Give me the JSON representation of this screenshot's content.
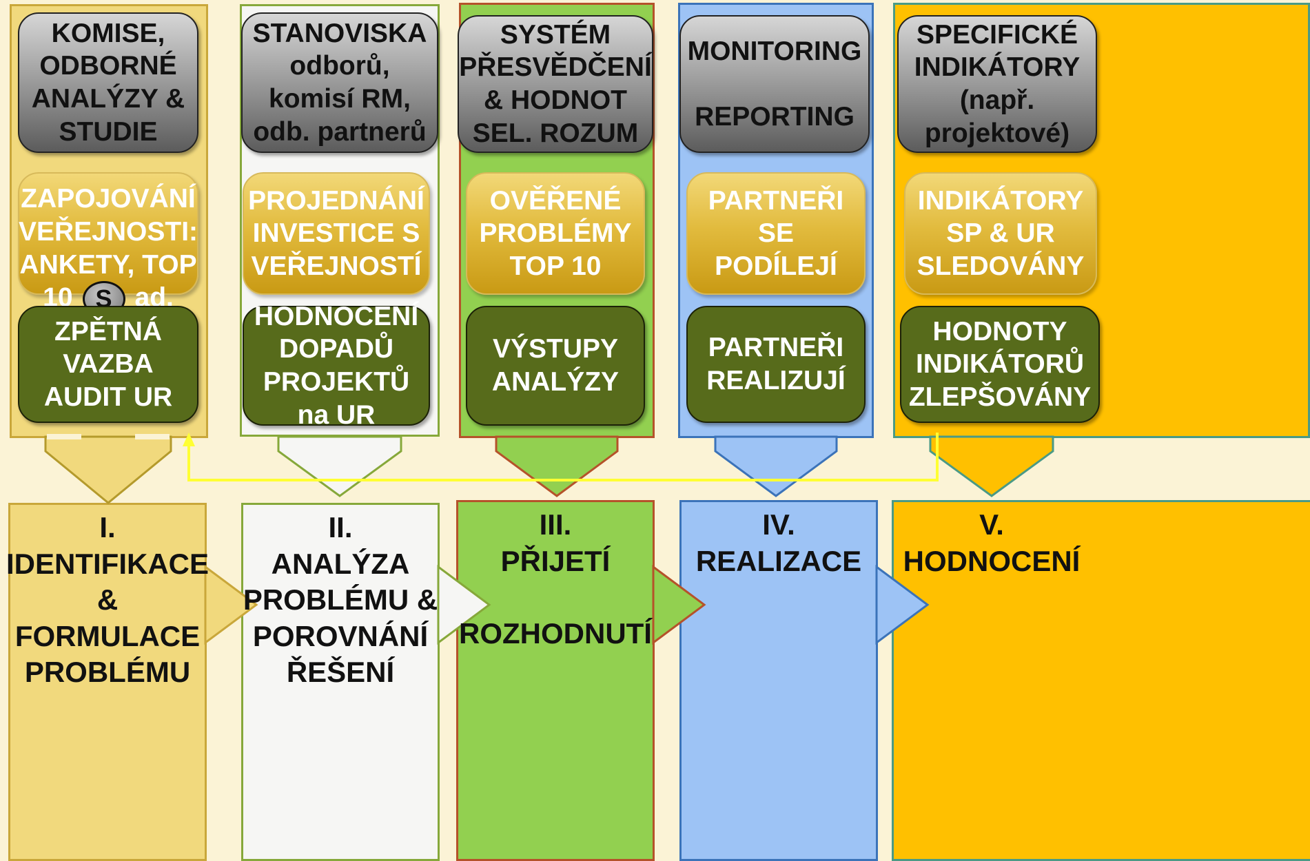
{
  "colors": {
    "col1": "#f1d97d",
    "col2": "#f6f6f4",
    "col3": "#92d050",
    "col4": "#9dc3f5",
    "col5": "#ffc000",
    "connector": "#ffff33",
    "gold_text": "#ffffff",
    "dark_green": "#576b1b"
  },
  "columns": [
    {
      "top": "KOMISE,\nODBORNÉ\nANALÝZY &\nSTUDIE",
      "middle_parts": [
        "ZAPOJOVÁNÍ\nVEŘEJNOSTI:\nANKETY, TOP\n10",
        "ad."
      ],
      "middle_icon": "S",
      "bottom": "ZPĚTNÁ\nVAZBA\nAUDIT UR",
      "stage": "I.\nIDENTIFIKACE\n&\nFORMULACE\nPROBLÉMU"
    },
    {
      "top": "STANOVISKA\nodborů,\nkomisí RM,\nodb. partnerů",
      "middle": "PROJEDNÁNÍ\nINVESTICE S\nVEŘEJNOSTÍ",
      "bottom": "HODNOCENÍ\nDOPADŮ\nPROJEKTŮ\nna UR",
      "stage": "II.\nANALÝZA\nPROBLÉMU &\nPOROVNÁNÍ\nŘEŠENÍ"
    },
    {
      "top": "SYSTÉM\nPŘESVĚDČENÍ\n& HODNOT\nSEL. ROZUM",
      "middle": "OVĚŘENÉ\nPROBLÉMY\nTOP 10",
      "bottom": "VÝSTUPY\nANALÝZY",
      "stage": "III.\nPŘIJETÍ\n\nROZHODNUTÍ"
    },
    {
      "top": "MONITORING\n\nREPORTING",
      "middle": "PARTNEŘI SE\nPODÍLEJÍ",
      "bottom": "PARTNEŘI\nREALIZUJÍ",
      "stage": "IV.\nREALIZACE"
    },
    {
      "top": "SPECIFICKÉ\nINDIKÁTORY\n(např.\nprojektové)",
      "middle": "INDIKÁTORY\nSP & UR\nSLEDOVÁNY",
      "bottom": "HODNOTY\nINDIKÁTORŮ\nZLEPŠOVÁNY",
      "stage": "V.\nHODNOCENÍ"
    }
  ]
}
